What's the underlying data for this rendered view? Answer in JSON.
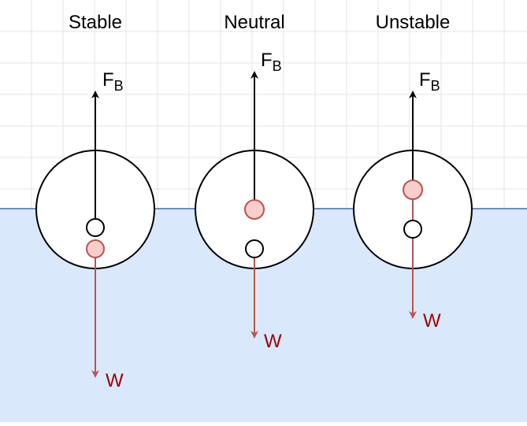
{
  "colors": {
    "grid": "#e6e6e6",
    "water": "#dae8fc",
    "surface_line": "#6c8ebf",
    "buoyancy_arrow": "#000000",
    "weight_arrow": "#b85450",
    "center_of_gravity_fill": "#f8cecc",
    "center_of_gravity_stroke": "#b85450",
    "center_of_buoyancy_fill": "#ffffff",
    "center_of_buoyancy_stroke": "#000000",
    "body_outline": "#000000",
    "weight_label": "#990000"
  },
  "panels": [
    {
      "title": "Stable",
      "buoyancy_label": "F",
      "buoyancy_subscript": "B",
      "weight_label": "W"
    },
    {
      "title": "Neutral",
      "buoyancy_label": "F",
      "buoyancy_subscript": "B",
      "weight_label": "W"
    },
    {
      "title": "Unstable",
      "buoyancy_label": "F",
      "buoyancy_subscript": "B",
      "weight_label": "W"
    }
  ]
}
